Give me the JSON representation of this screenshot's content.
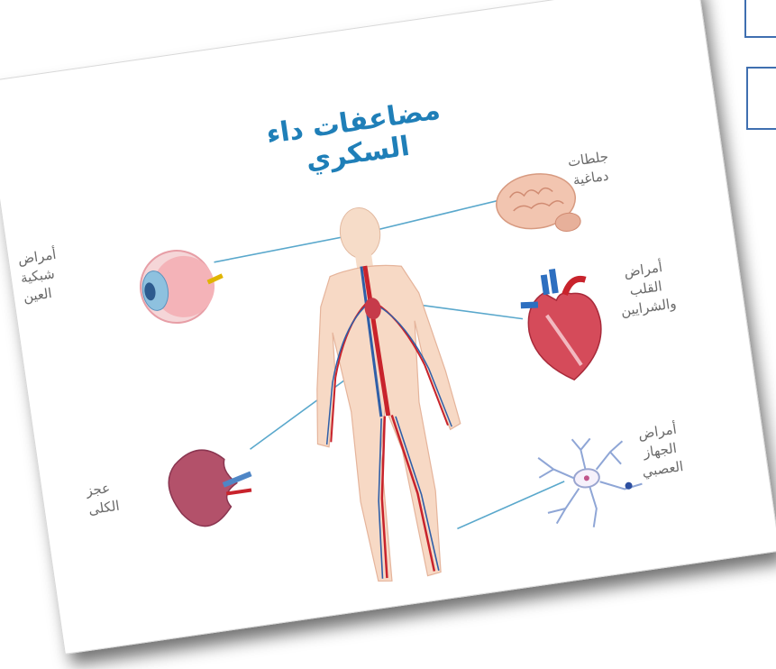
{
  "diagram": {
    "title": "مضاعفات داء السكري",
    "labels": {
      "brain": "جلطات\nدماغية",
      "heart": "أمراض\nالقلب\nوالشرايين",
      "nerves": "أمراض\nالجهاز\nالعصبي",
      "eye": "أمراض\nشبكية\nالعين",
      "kidney": "عجز\nالكلى"
    },
    "icons": [
      "human-body",
      "brain",
      "heart",
      "neuron",
      "eye",
      "kidney"
    ]
  },
  "colors": {
    "title": "#1f7fb8",
    "connector": "#5aa8cc",
    "label": "#6a6a6a",
    "frame": "#3f6fb0"
  }
}
